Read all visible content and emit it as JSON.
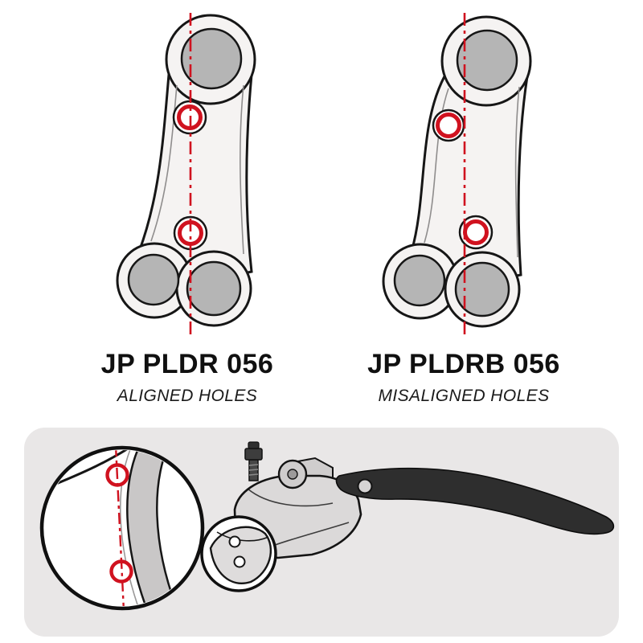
{
  "products": [
    {
      "name": "JP PLDR 056",
      "subtitle": "ALIGNED HOLES",
      "illustration": "brake-lever-bracket-aligned-holes"
    },
    {
      "name": "JP PLDRB 056",
      "subtitle": "MISALIGNED HOLES",
      "illustration": "brake-lever-bracket-misaligned-holes"
    }
  ],
  "panel": {
    "illustration": "brake-master-cylinder-and-lever-with-magnified-mount-holes"
  },
  "colors": {
    "accent_red": "#d0121f",
    "part_fill": "#f5f3f2",
    "metal_gray": "#b5b5b5",
    "panel_bg": "#e9e7e7",
    "lever_dark": "#2e2e2e",
    "outline": "#161616",
    "background": "#ffffff"
  }
}
